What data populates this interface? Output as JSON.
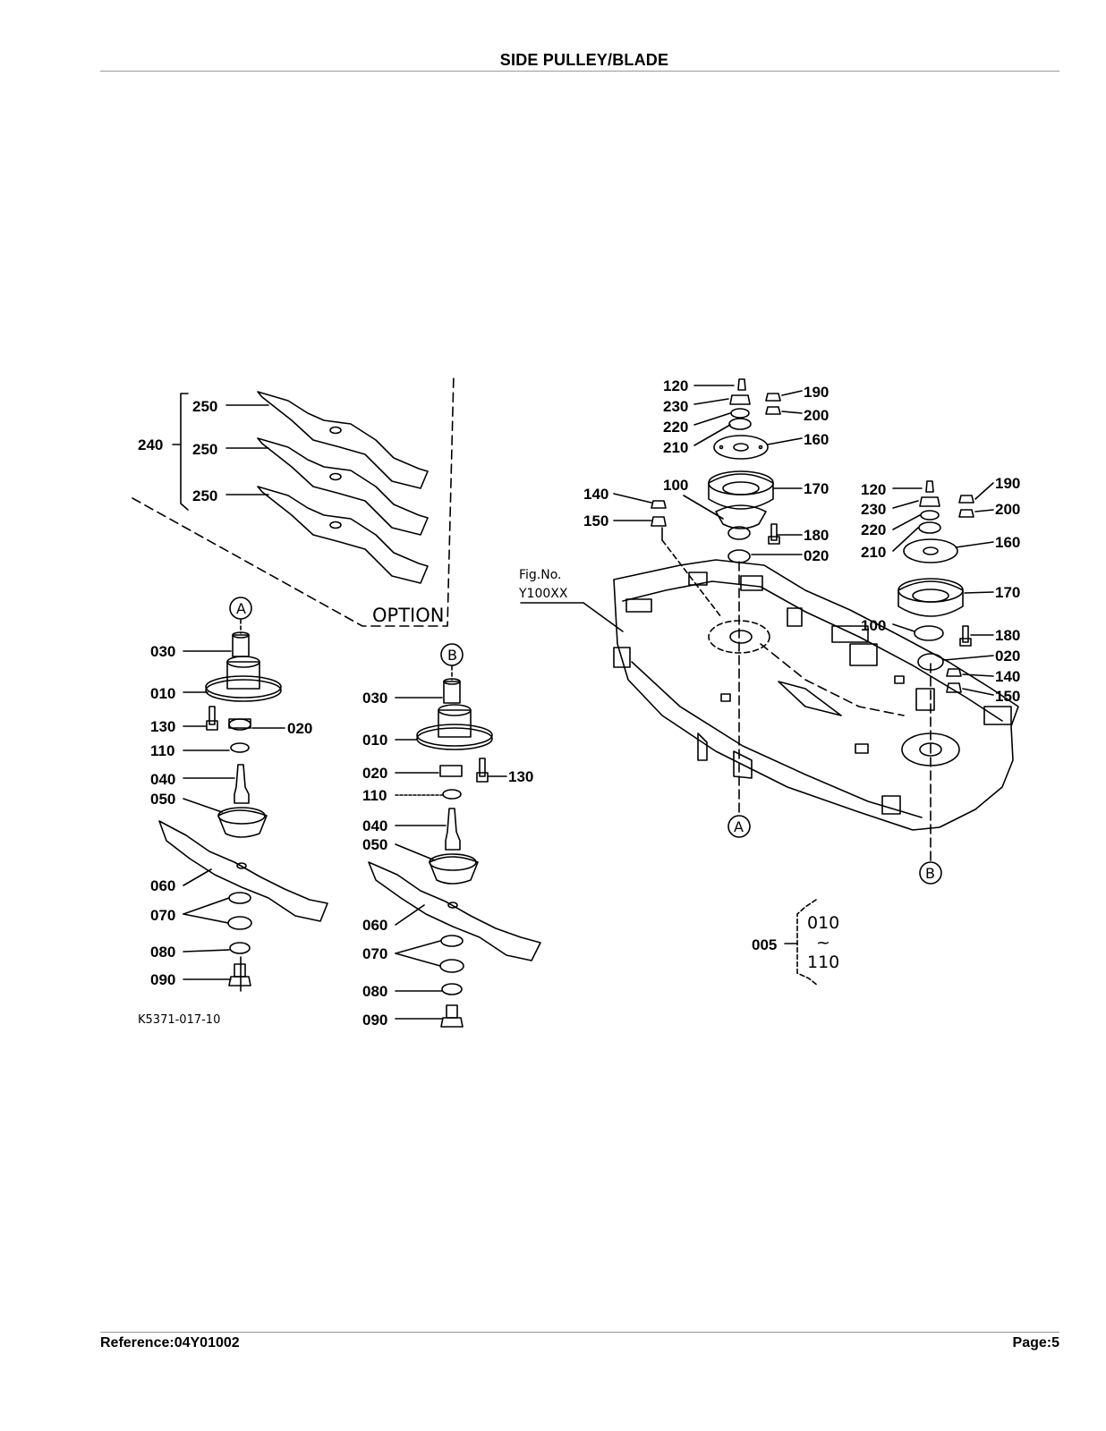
{
  "header": {
    "title": "SIDE PULLEY/BLADE"
  },
  "footer": {
    "reference": "Reference:04Y01002",
    "page": "Page:5"
  },
  "option_group": {
    "kit_number": "240",
    "blade_numbers": [
      "250",
      "250",
      "250"
    ],
    "caption": "OPTION"
  },
  "assembly_a": {
    "marker": "A",
    "parts": [
      "030",
      "010",
      "130",
      "020",
      "110",
      "040",
      "050",
      "060",
      "070",
      "080",
      "090"
    ]
  },
  "assembly_b": {
    "marker": "B",
    "parts": [
      "030",
      "010",
      "020",
      "130",
      "110",
      "040",
      "050",
      "060",
      "070",
      "080",
      "090"
    ]
  },
  "left_pulley": {
    "parts": [
      "120",
      "230",
      "220",
      "210",
      "190",
      "200",
      "160",
      "100",
      "170",
      "140",
      "150",
      "180",
      "020"
    ]
  },
  "right_pulley": {
    "parts": [
      "120",
      "230",
      "220",
      "210",
      "190",
      "200",
      "160",
      "170",
      "100",
      "180",
      "020",
      "140",
      "150"
    ]
  },
  "deck": {
    "fig_label": "Fig.No.",
    "fig_code": "Y100XX",
    "marker_a": "A",
    "marker_b": "B"
  },
  "kit_005": {
    "number": "005",
    "range_start": "010",
    "range_sep": "~",
    "range_end": "110"
  },
  "drawing_code": "K5371-017-10",
  "colors": {
    "line": "#000000",
    "rule": "#9a9a9a",
    "background": "#ffffff"
  }
}
